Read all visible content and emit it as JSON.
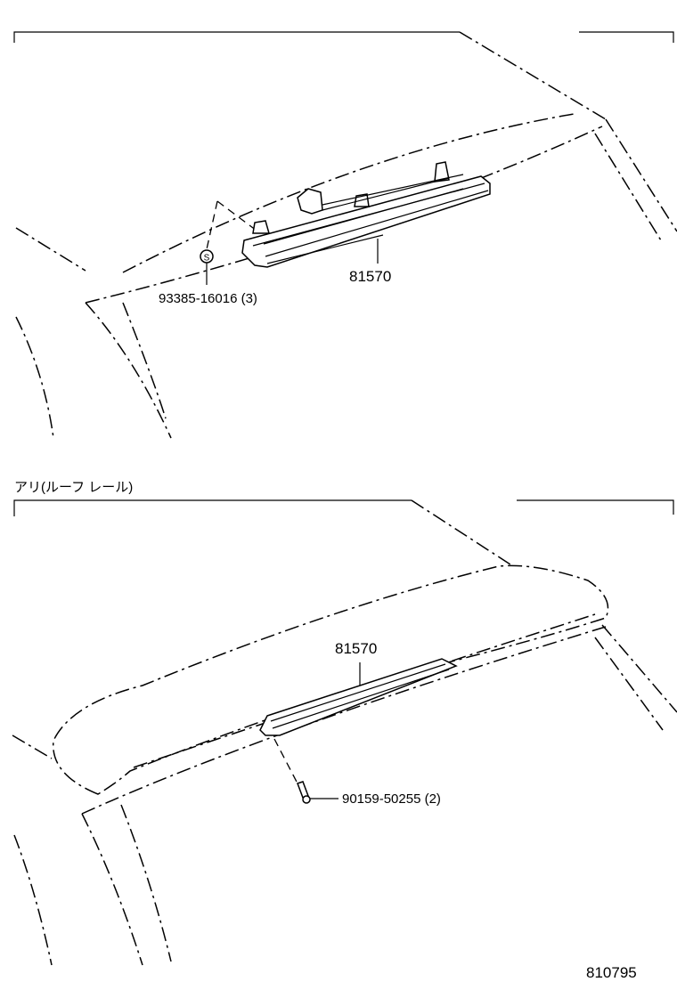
{
  "diagram": {
    "top_view": {
      "part_number_lamp": "81570",
      "fastener_number": "93385-16016 (3)",
      "screw_marker": "S"
    },
    "bottom_view": {
      "caption": "アリ(ルーフ レール)",
      "part_number_lamp": "81570",
      "fastener_number": "90159-50255 (2)"
    },
    "illustration_number": "810795"
  }
}
